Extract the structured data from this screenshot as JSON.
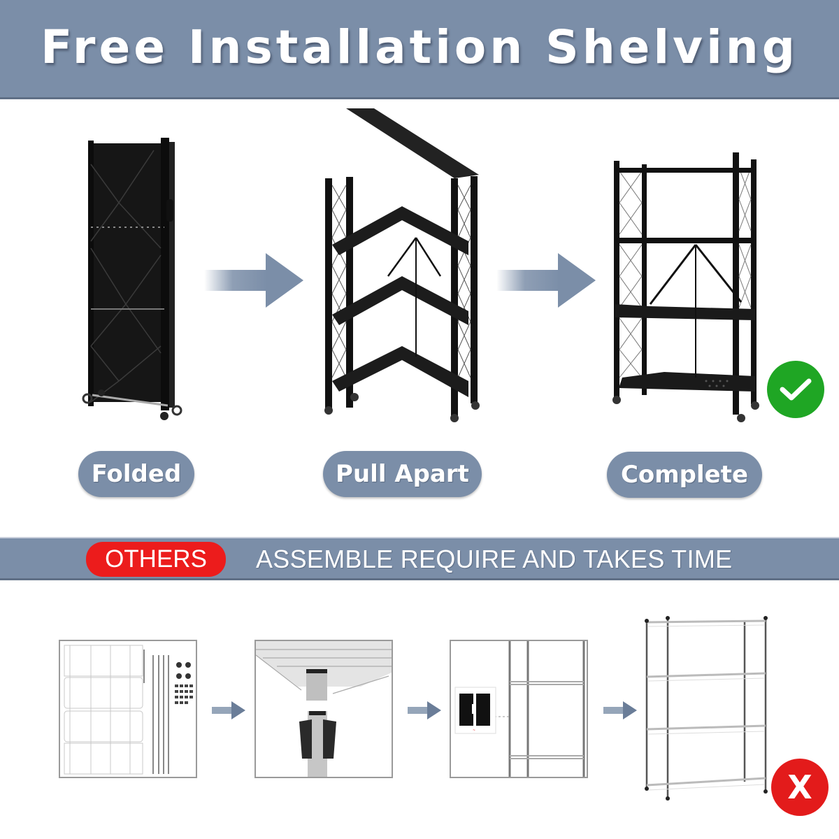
{
  "header": {
    "title": "Free Installation Shelving"
  },
  "steps": [
    {
      "label": "Folded"
    },
    {
      "label": "Pull Apart"
    },
    {
      "label": "Complete"
    }
  ],
  "status_icons": {
    "complete": "check-icon",
    "others": "x-icon",
    "x_glyph": "X"
  },
  "comparison": {
    "tag": "OTHERS",
    "text": "ASSEMBLE REQUIRE AND TAKES TIME"
  },
  "colors": {
    "banner": "#7b8ea8",
    "others_red": "#ec1c1c",
    "check_green": "#1fa624",
    "x_red": "#e31b1b"
  }
}
